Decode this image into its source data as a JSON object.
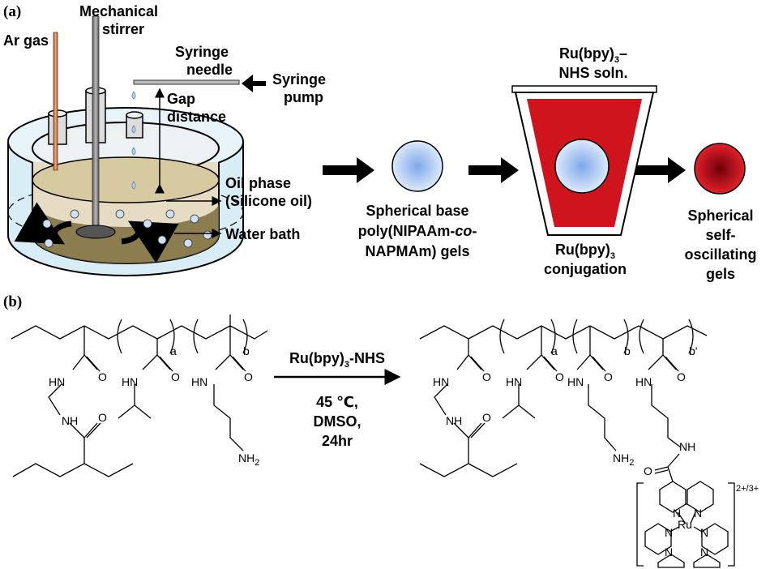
{
  "panel_a": {
    "label": "(a)",
    "ar_gas": "Ar gas",
    "stirrer_1": "Mechanical",
    "stirrer_2": "stirrer",
    "needle_1": "Syringe",
    "needle_2": "needle",
    "pump_1": "Syringe",
    "pump_2": "pump",
    "gap_1": "Gap",
    "gap_2": "distance",
    "oil_1": "Oil phase",
    "oil_2": "(Silicone oil)",
    "water_bath": "Water bath",
    "base_1": "Spherical base",
    "base_2a": "poly(NIPAAm-",
    "base_2b": "co",
    "base_2c": "-",
    "base_3": "NAPMAm) gels",
    "ru_nhs_1a": "Ru(bpy)",
    "ru_nhs_1b": "3",
    "ru_nhs_1c": "–",
    "ru_nhs_2": "NHS soln.",
    "conj_1a": "Ru(bpy)",
    "conj_1b": "3",
    "conj_2": "conjugation",
    "final_1": "Spherical",
    "final_2": "self-",
    "final_3": "oscillating",
    "final_4": "gels",
    "colors": {
      "base_gel": "#a9c9f2",
      "ru_solution": "#d0141d",
      "final_gel": "#a80d16",
      "oil": "#e7dcc2",
      "water": "#d6ecf6"
    }
  },
  "panel_b": {
    "label": "(b)",
    "reagent_a": "Ru(bpy)",
    "reagent_b": "3",
    "reagent_c": "-NHS",
    "cond_1": "45 ℃,",
    "cond_2": "DMSO,",
    "cond_3": "24hr",
    "hn": "HN",
    "nh": "NH",
    "o": "O",
    "n": "N",
    "ru": "Ru",
    "nh2_a": "NH",
    "nh2_b": "2",
    "sub_a": "a",
    "sub_b": "b",
    "sub_b_prime": "b'",
    "charge": "2+/3+"
  }
}
